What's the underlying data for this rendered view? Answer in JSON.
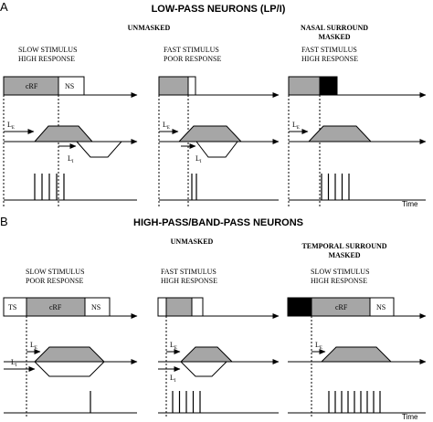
{
  "colors": {
    "shaded": "#a6a6a6",
    "black": "#000000",
    "background": "#ffffff"
  },
  "panel_a": {
    "letter": "A",
    "title": "LOW-PASS NEURONS (LP/I)",
    "subheads": {
      "unmasked": "UNMASKED",
      "masked_line1": "NASAL SURROUND",
      "masked_line2": "MASKED"
    },
    "columns": [
      {
        "line1": "SLOW STIMULUS",
        "line2": "HIGH RESPONSE",
        "field_label": "cRF",
        "surround_label": "NS",
        "le": "L",
        "le_sub": "E",
        "li": "L",
        "li_sub": "I",
        "spikes": 5
      },
      {
        "line1": "FAST STIMULUS",
        "line2": "POOR RESPONSE",
        "le": "L",
        "le_sub": "E",
        "li": "L",
        "li_sub": "I",
        "spikes": 2
      },
      {
        "line1": "FAST STIMULUS",
        "line2": "HIGH RESPONSE",
        "le": "L",
        "le_sub": "E",
        "spikes": 5
      }
    ],
    "time_label": "Time"
  },
  "panel_b": {
    "letter": "B",
    "title": "HIGH-PASS/BAND-PASS NEURONS",
    "subheads": {
      "unmasked": "UNMASKED",
      "masked_line1": "TEMPORAL SURROUND",
      "masked_line2": "MASKED"
    },
    "columns": [
      {
        "line1": "SLOW STIMULUS",
        "line2": "POOR RESPONSE",
        "field_label": "cRF",
        "surround_label": "TS",
        "surround2_label": "NS",
        "le": "L",
        "le_sub": "E",
        "li": "L",
        "li_sub": "I",
        "spikes": 1
      },
      {
        "line1": "FAST STIMULUS",
        "line2": "HIGH RESPONSE",
        "le": "L",
        "le_sub": "E",
        "li": "L",
        "li_sub": "I",
        "spikes": 5
      },
      {
        "line1": "SLOW STIMULUS",
        "line2": "HIGH RESPONSE",
        "field_label": "cRF",
        "surround_label": "NS",
        "le": "L",
        "le_sub": "E",
        "spikes": 9
      }
    ],
    "time_label": "Time"
  }
}
